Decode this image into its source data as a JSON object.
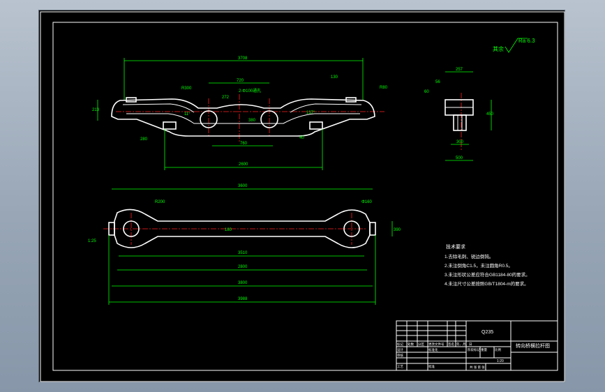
{
  "roughness": {
    "symbol_prefix": "其余",
    "value": "Ra 6.3"
  },
  "top_view_dims": {
    "overall": "3708",
    "left_height": "213",
    "radius_left": "R300",
    "radius_right": "R80",
    "center_span": "720",
    "hole_note": "2-Φ100通孔",
    "right_offset": "130",
    "angle_left": "11°",
    "angle_right": "137°",
    "hole_height": "380",
    "small_dim": "272",
    "bottom_left_small": "280",
    "bottom_center": "760",
    "bottom_right_small": "40",
    "bottom_overall": "2600"
  },
  "side_view_dims": {
    "top_width": "257",
    "left_small": "56",
    "left_mid": "60",
    "height": "450",
    "bottom_inner": "300",
    "bottom_outer": "500"
  },
  "plan_view_dims": {
    "overall_top": "3600",
    "left_radius": "R200",
    "right_radius": "Φ160",
    "left_small": "1:25",
    "center_height": "180",
    "right_height": "390",
    "dim_3510": "3510",
    "dim_2800": "2800",
    "dim_3800": "3800",
    "dim_3988": "3988"
  },
  "tech_requirements": {
    "title": "技术要求",
    "items": [
      "1.去除毛刺、锐边倒钝。",
      "2.未注倒角C1.5，未注圆角R0.5。",
      "3.未注形状公差应符合GB1184-80的要求。",
      "4.未注尺寸公差按照GB/T1804-m的要求。"
    ]
  },
  "title_block": {
    "material": "Q235",
    "drawing_name": "转向桥横拉杆图",
    "row_labels": [
      "标记",
      "处数",
      "分区",
      "更改文件号",
      "签名",
      "年、月、日"
    ],
    "designer": "设计",
    "standardization": "标准化",
    "checker": "审核",
    "process": "工艺",
    "approve": "批准",
    "stage_mark": "阶段标记",
    "weight": "重量",
    "scale": "比例",
    "scale_value": "1:20",
    "sheet": "共 张 第 张"
  }
}
